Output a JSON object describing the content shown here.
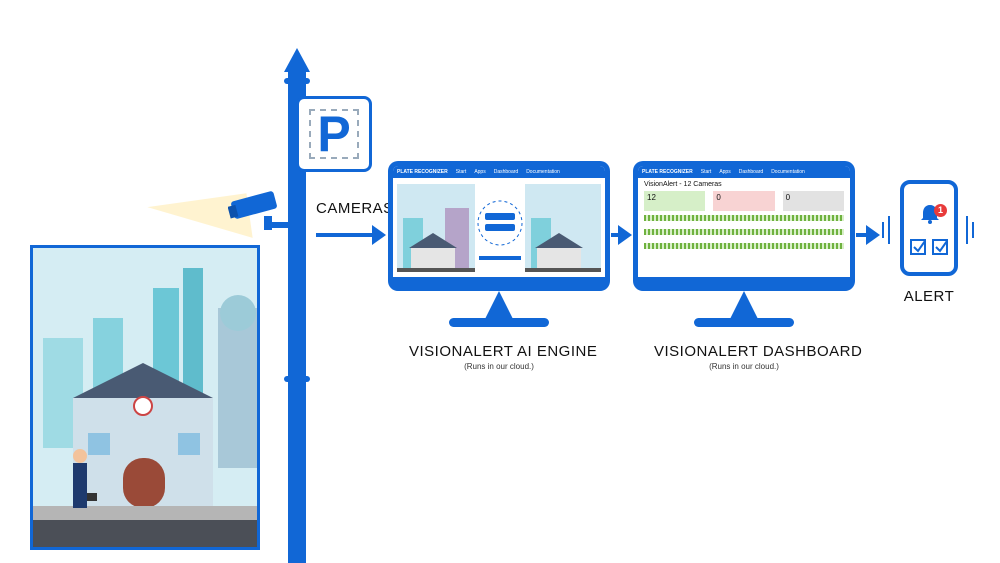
{
  "parking_sign": {
    "letter": "P"
  },
  "labels": {
    "cameras": "CAMERAS",
    "alert": "ALERT"
  },
  "engine": {
    "title": "VISIONALERT AI ENGINE",
    "subtitle": "(Runs in our cloud.)"
  },
  "dashboard": {
    "title": "VISIONALERT DASHBOARD",
    "subtitle": "(Runs in our cloud.)"
  },
  "app_nav": {
    "brand": "PLATE RECOGNIZER",
    "items": [
      "Start",
      "Apps",
      "Dashboard",
      "Documentation"
    ]
  },
  "dashboard_screen": {
    "heading": "VisionAlert - 12 Cameras",
    "cards": [
      {
        "value": "12",
        "color": "#d6efc8"
      },
      {
        "value": "0",
        "color": "#f8d3d3"
      },
      {
        "value": "0",
        "color": "#e2e2e2"
      }
    ]
  },
  "phone": {
    "badge_count": "1"
  },
  "colors": {
    "brand_blue": "#1167d6",
    "alert_red": "#e83b3b"
  }
}
